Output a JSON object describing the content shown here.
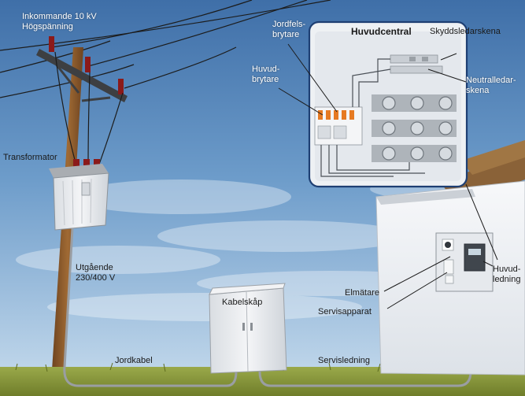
{
  "colors": {
    "sky_top": "#4f7fb4",
    "sky_bottom": "#c3d9ec",
    "grass": "#8a9a3a",
    "pole": "#8a5a2c",
    "cabinet": "#e9ecef",
    "cable": "#8c8f93",
    "callout_border": "#1e3f73",
    "breaker_orange": "#e67a22"
  },
  "labels": {
    "incoming_line1": "Inkommande 10 kV",
    "incoming_line2": "Högspänning",
    "transformer": "Transformator",
    "outgoing_line1": "Utgående",
    "outgoing_line2": "230/400 V",
    "ground_cable": "Jordkabel",
    "cable_cabinet": "Kabelskåp",
    "service_line": "Servisledning",
    "meter": "Elmätare",
    "service_device": "Servisapparat",
    "main_line1": "Huvud-",
    "main_line2": "ledning",
    "main_central": "Huvudcentral",
    "rcd_line1": "Jordfels-",
    "rcd_line2": "brytare",
    "main_switch_line1": "Huvud-",
    "main_switch_line2": "brytare",
    "protective_bar": "Skyddsledarskena",
    "neutral_bar_line1": "Neutralledar-",
    "neutral_bar_line2": "skena"
  }
}
